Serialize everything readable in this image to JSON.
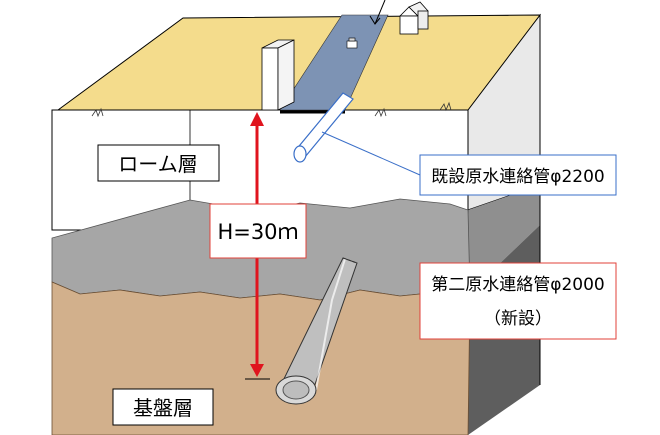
{
  "labels": {
    "loam_layer": "ローム層",
    "bedrock_layer": "基盤層",
    "depth": "H=30ｍ",
    "existing_pipe": "既設原水連絡管φ2200",
    "new_pipe_line1": "第二原水連絡管φ2000",
    "new_pipe_line2": "（新設）"
  },
  "colors": {
    "surface": "#f4dc8c",
    "loam": "#ffffff",
    "gravel": "#a6a6a6",
    "bedrock": "#d2b08c",
    "road": "#7d93b4",
    "existing_pipe": "#3a6fc8",
    "callout_border": "#e0413a",
    "depth_arrow": "#e0141e"
  }
}
